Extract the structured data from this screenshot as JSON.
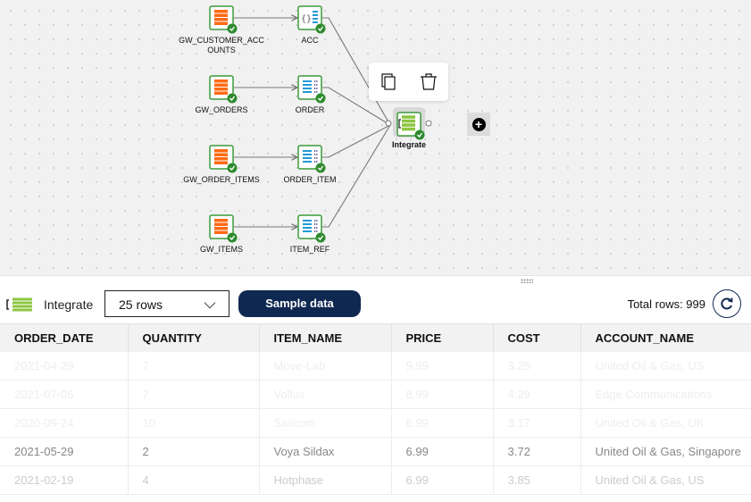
{
  "pipeline": {
    "sources": [
      "GW_CUSTOMER_ACCOUNTS",
      "GW_ORDERS",
      "GW_ORDER_ITEMS",
      "GW_ITEMS"
    ],
    "source_labels": [
      "GW_CUSTOMER_ACC",
      "GW_ORDERS",
      "GW_ORDER_ITEMS",
      "GW_ITEMS"
    ],
    "source_label_line2": "OUNTS",
    "transforms": [
      "ACC",
      "ORDER",
      "ORDER_ITEM",
      "ITEM_REF"
    ],
    "integrate": "Integrate",
    "popup": {
      "copy_icon": "copy-icon",
      "delete_icon": "trash-icon"
    },
    "add_icon": "plus-circle-icon"
  },
  "toolbar": {
    "node_name": "Integrate",
    "rows_select": "25 rows",
    "sample_button": "Sample data",
    "total_rows": "Total rows: 999",
    "refresh_icon": "refresh-icon"
  },
  "table": {
    "columns": [
      "ORDER_DATE",
      "QUANTITY",
      "ITEM_NAME",
      "PRICE",
      "COST",
      "ACCOUNT_NAME"
    ],
    "rows": [
      [
        "2021-04-29",
        "7",
        "Move-Lab",
        "9.99",
        "3.25",
        "United Oil & Gas, US"
      ],
      [
        "2021-07-06",
        "7",
        "Vollux",
        "8.99",
        "4.29",
        "Edge Communications"
      ],
      [
        "2020-09-24",
        "10",
        "Sailcom",
        "6.99",
        "3.17",
        "United Oil & Gas, UK"
      ],
      [
        "2021-05-29",
        "2",
        "Voya Sildax",
        "6.99",
        "3.72",
        "United Oil & Gas, Singapore"
      ],
      [
        "2021-02-19",
        "4",
        "Hotphase",
        "6.99",
        "3.85",
        "United Oil & Gas, US"
      ]
    ]
  },
  "colors": {
    "accent": "#0f2851",
    "source_orange": "#ff6a13",
    "integrate_green": "#8cc63f",
    "check_green": "#2e8b2e"
  }
}
